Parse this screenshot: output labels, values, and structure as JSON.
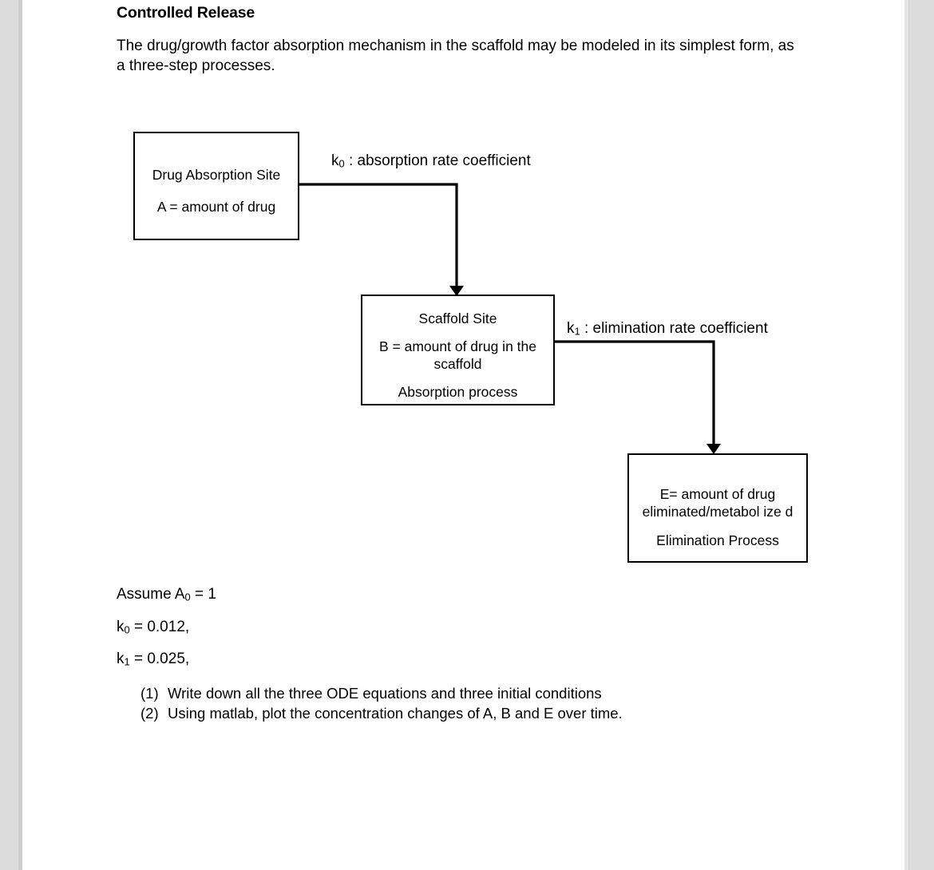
{
  "document": {
    "title": "Controlled Release",
    "intro": "The drug/growth factor absorption mechanism in the scaffold may be modeled in its simplest form, as a three-step processes."
  },
  "diagram": {
    "nodes": [
      {
        "id": "drug-absorption-site",
        "title": "Drug Absorption Site",
        "line2": "A = amount of drug"
      },
      {
        "id": "scaffold-site",
        "title": "Scaffold  Site",
        "line2": "B  =  amount  of  drug  in  the  scaffold",
        "line3": "Absorption   process"
      },
      {
        "id": "elimination-site",
        "line1": "E= amount  of  drug",
        "line2": "eliminated/metabol ize d",
        "line3": "Elimination   Process"
      }
    ],
    "edges": [
      {
        "id": "k0",
        "label_prefix": "k",
        "label_sub": "0",
        "label_rest": " : absorption rate coefficient"
      },
      {
        "id": "k1",
        "label_prefix": "k",
        "label_sub": "1",
        "label_rest": " : elimination rate coefficient"
      }
    ]
  },
  "assumptions": [
    {
      "id": "a0",
      "prefix": "Assume A",
      "sub": "0",
      "rest": " = 1"
    },
    {
      "id": "k0",
      "prefix": "k",
      "sub": "0",
      "rest": " = 0.012,"
    },
    {
      "id": "k1",
      "prefix": "k",
      "sub": "1",
      "rest": " = 0.025,"
    }
  ],
  "tasks": [
    {
      "marker": "(1)",
      "text": "Write down all the three ODE equations and three initial conditions"
    },
    {
      "marker": "(2)",
      "text": "Using matlab, plot the concentration changes of A, B and E over time."
    }
  ],
  "colors": {
    "page_background": "#ffffff",
    "viewer_background": "#dcdcdc",
    "ink": "#000000"
  }
}
